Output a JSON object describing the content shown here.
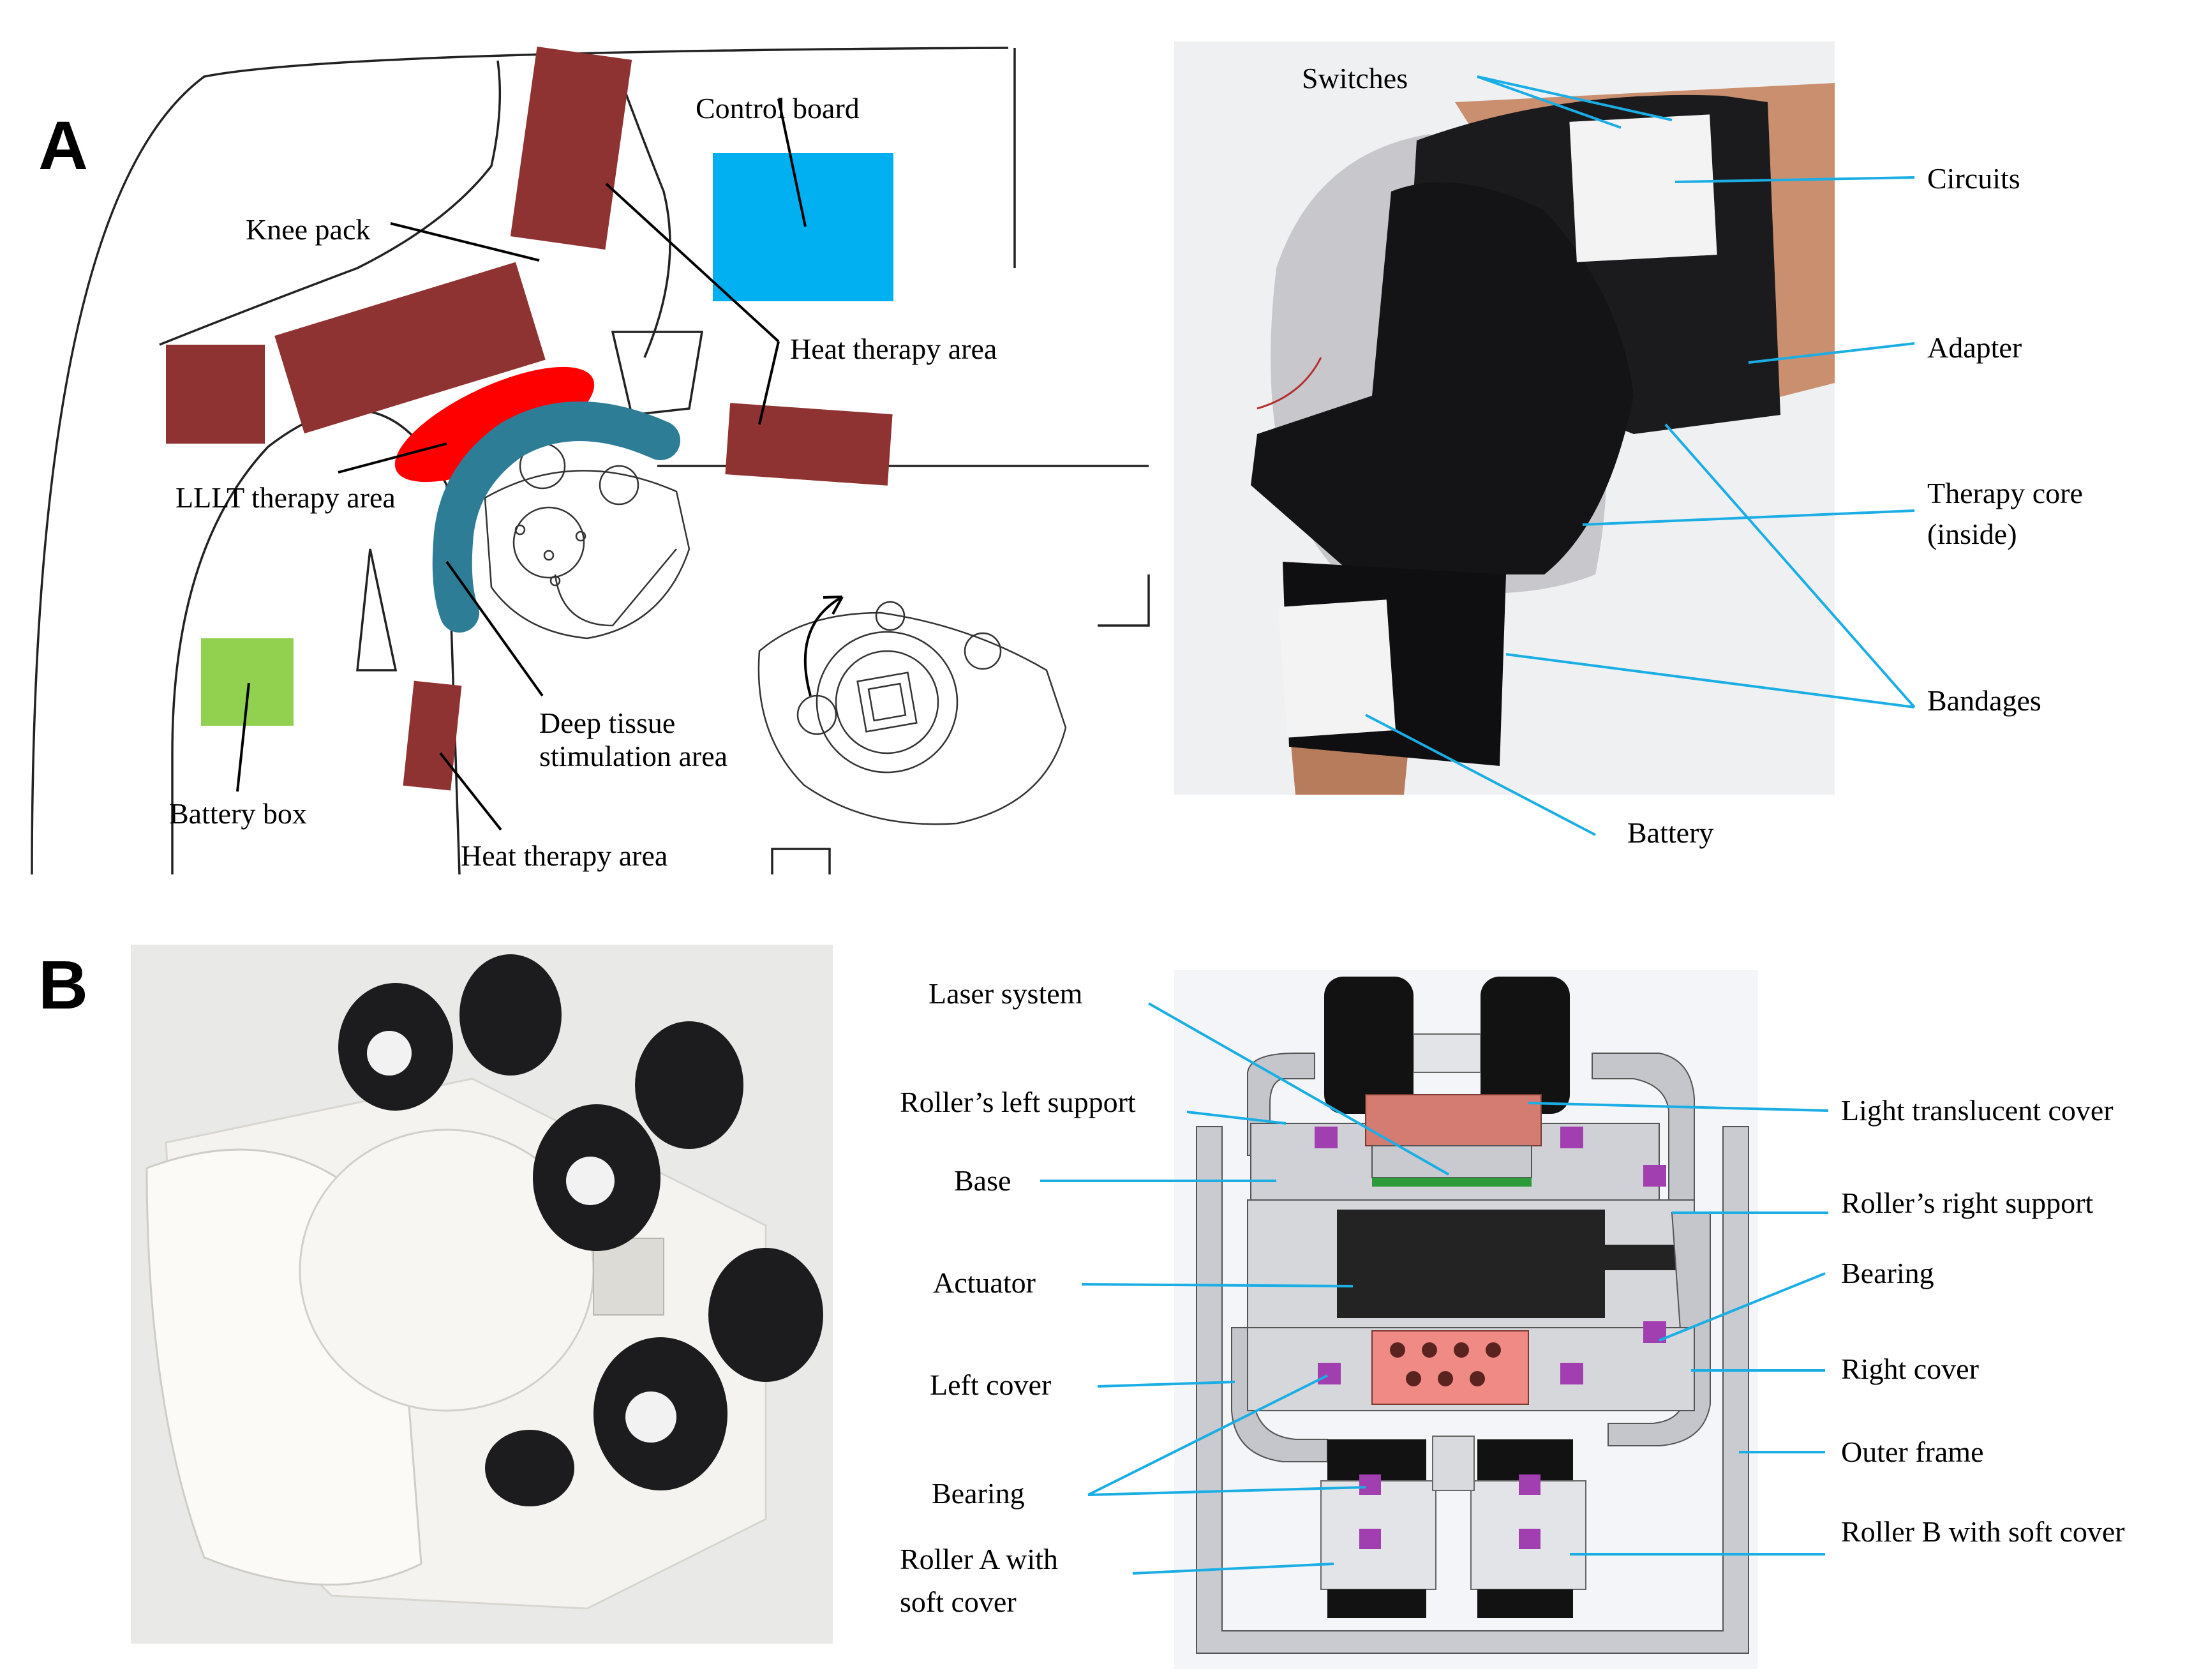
{
  "panels": {
    "a": {
      "letter": "A",
      "left_labels": {
        "control_board": "Control board",
        "knee_pack": "Knee pack",
        "heat_therapy_area_top": "Heat therapy area",
        "lllt_therapy_area": "LLLT therapy area",
        "deep_tissue_line1": "Deep tissue",
        "deep_tissue_line2": "stimulation area",
        "battery_box": "Battery box",
        "heat_therapy_area_bottom": "Heat therapy area"
      },
      "right_labels": {
        "switches": "Switches",
        "circuits": "Circuits",
        "adapter": "Adapter",
        "therapy_core_line1": "Therapy core",
        "therapy_core_line2": "(inside)",
        "bandages": "Bandages",
        "battery": "Battery"
      }
    },
    "b": {
      "letter": "B",
      "labels": {
        "laser_system": "Laser system",
        "rollers_left_support": "Roller’s left support",
        "base": "Base",
        "actuator": "Actuator",
        "left_cover": "Left cover",
        "bearing_left": "Bearing",
        "roller_a_line1": "Roller A with",
        "roller_a_line2": "soft cover",
        "light_translucent_cover": "Light translucent cover",
        "rollers_right_support": "Roller’s right support",
        "bearing_right": "Bearing",
        "right_cover": "Right cover",
        "outer_frame": "Outer frame",
        "roller_b": "Roller B with soft cover"
      }
    }
  },
  "colors": {
    "heat_area": "#8e3331",
    "control_board": "#00b0f0",
    "lllt_area": "#ff0000",
    "deep_tissue_area": "#2e7d96",
    "battery_box": "#92d050",
    "leader_blue": "#1aaee5",
    "bearing_purple": "#a23fb0",
    "laser_pink": "#f08a84"
  }
}
